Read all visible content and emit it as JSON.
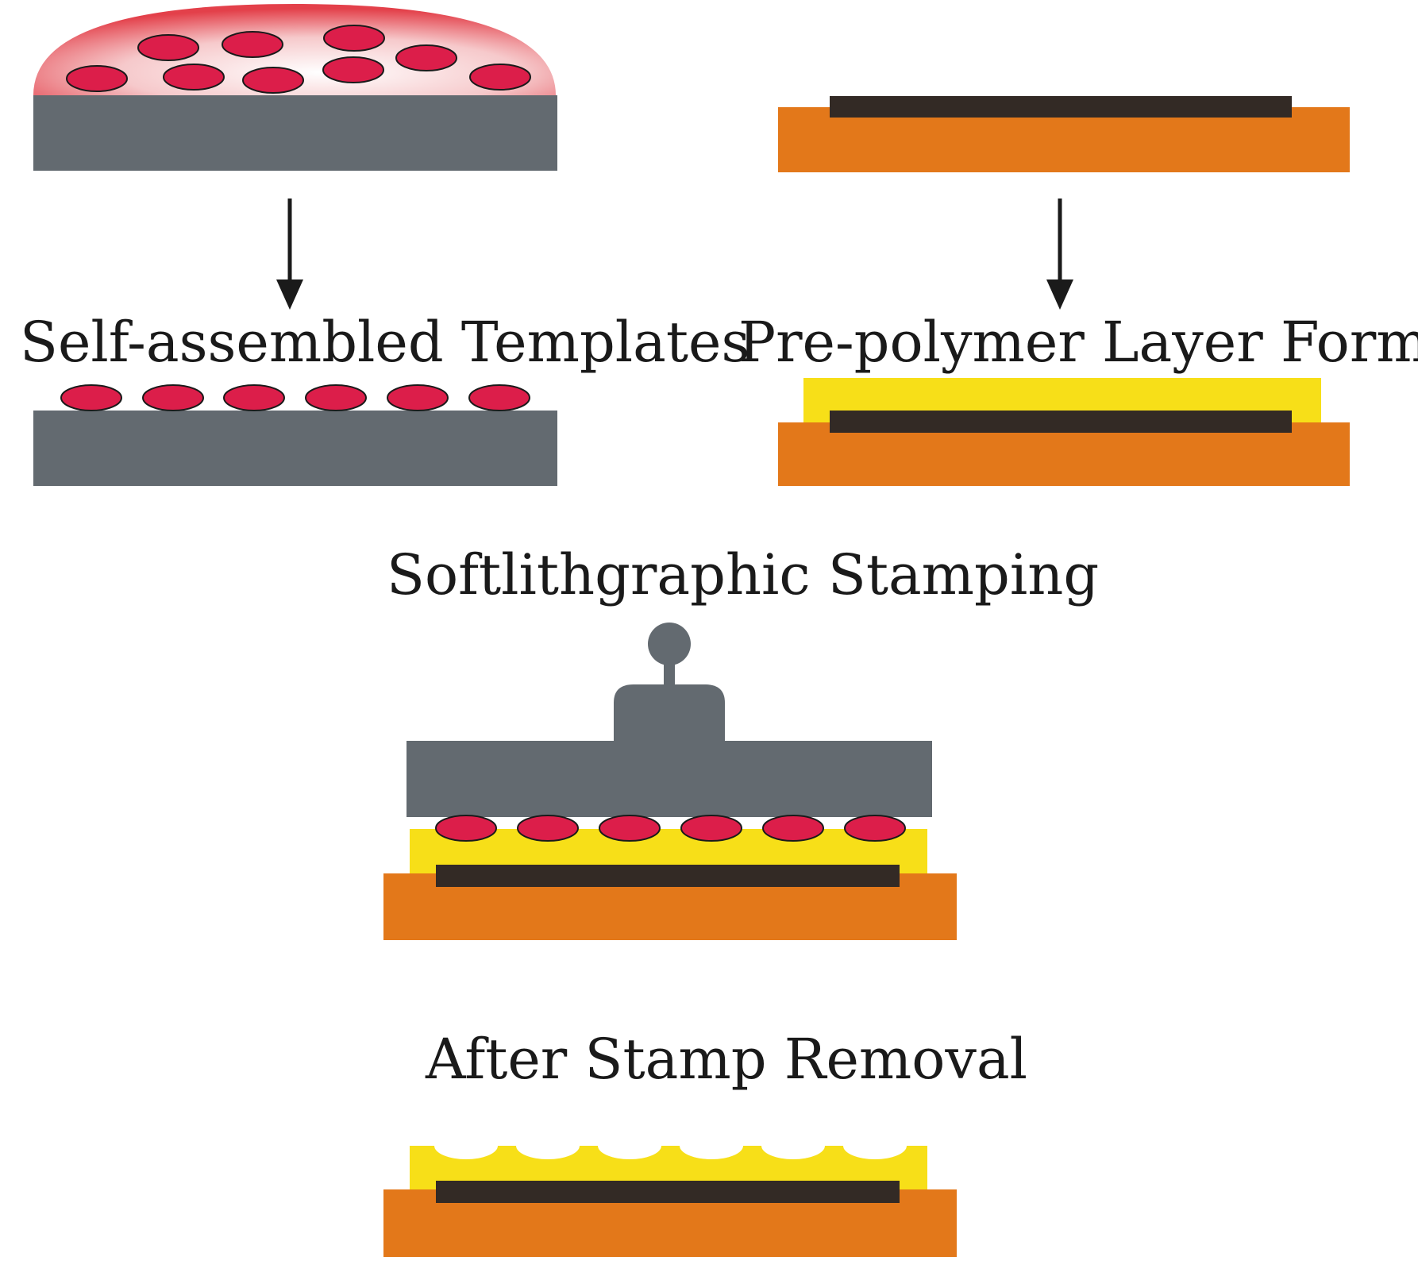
{
  "labels": {
    "self_assembled": "Self-assembled Templates",
    "prepolymer": "Pre-polymer Layer Formation",
    "stamping": "Softlithgraphic Stamping",
    "after_removal": "After Stamp Removal"
  },
  "colors": {
    "substrate_gray": "#636A70",
    "particle_red": "#DC1E4A",
    "orange_substrate": "#E3781A",
    "dark_electrode": "#332A25",
    "prepolymer_yellow": "#F7DF18",
    "arrow": "#1a1a1a",
    "droplet_center": "#FFFFFF",
    "droplet_edge": "#E3404A"
  }
}
